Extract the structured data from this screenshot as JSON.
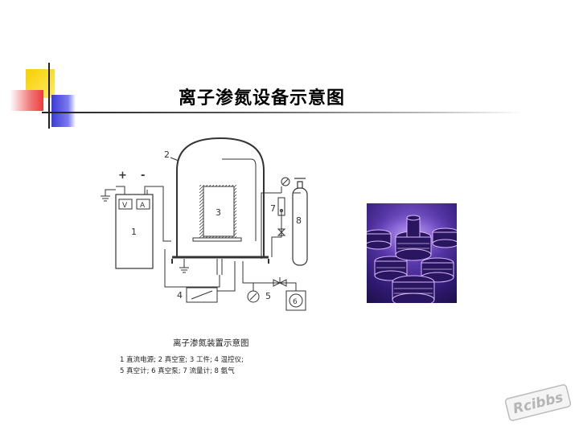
{
  "page": {
    "title": "离子渗氮设备示意图"
  },
  "diagram": {
    "caption": "离子渗氮装置示意图",
    "legend_line1": "1 直流电源; 2 真空室; 3 工件;     4 温控仪;",
    "legend_line2": "5 真空计;    6 真空泵; 7 流量计; 8 氨气",
    "labels": {
      "plus": "+",
      "minus": "-",
      "voltmeter": "V",
      "ammeter": "A",
      "n1": "1",
      "n2": "2",
      "n3": "3",
      "n4": "4",
      "n5": "5",
      "n6": "6",
      "n7": "7",
      "n8": "8"
    }
  },
  "watermark": {
    "text": "Rcibbs"
  },
  "colors": {
    "deco_yellow": "#f5d000",
    "deco_red": "#ee3b3b",
    "deco_blue": "#3b3bd6",
    "photo_glow": "#b68cff"
  }
}
